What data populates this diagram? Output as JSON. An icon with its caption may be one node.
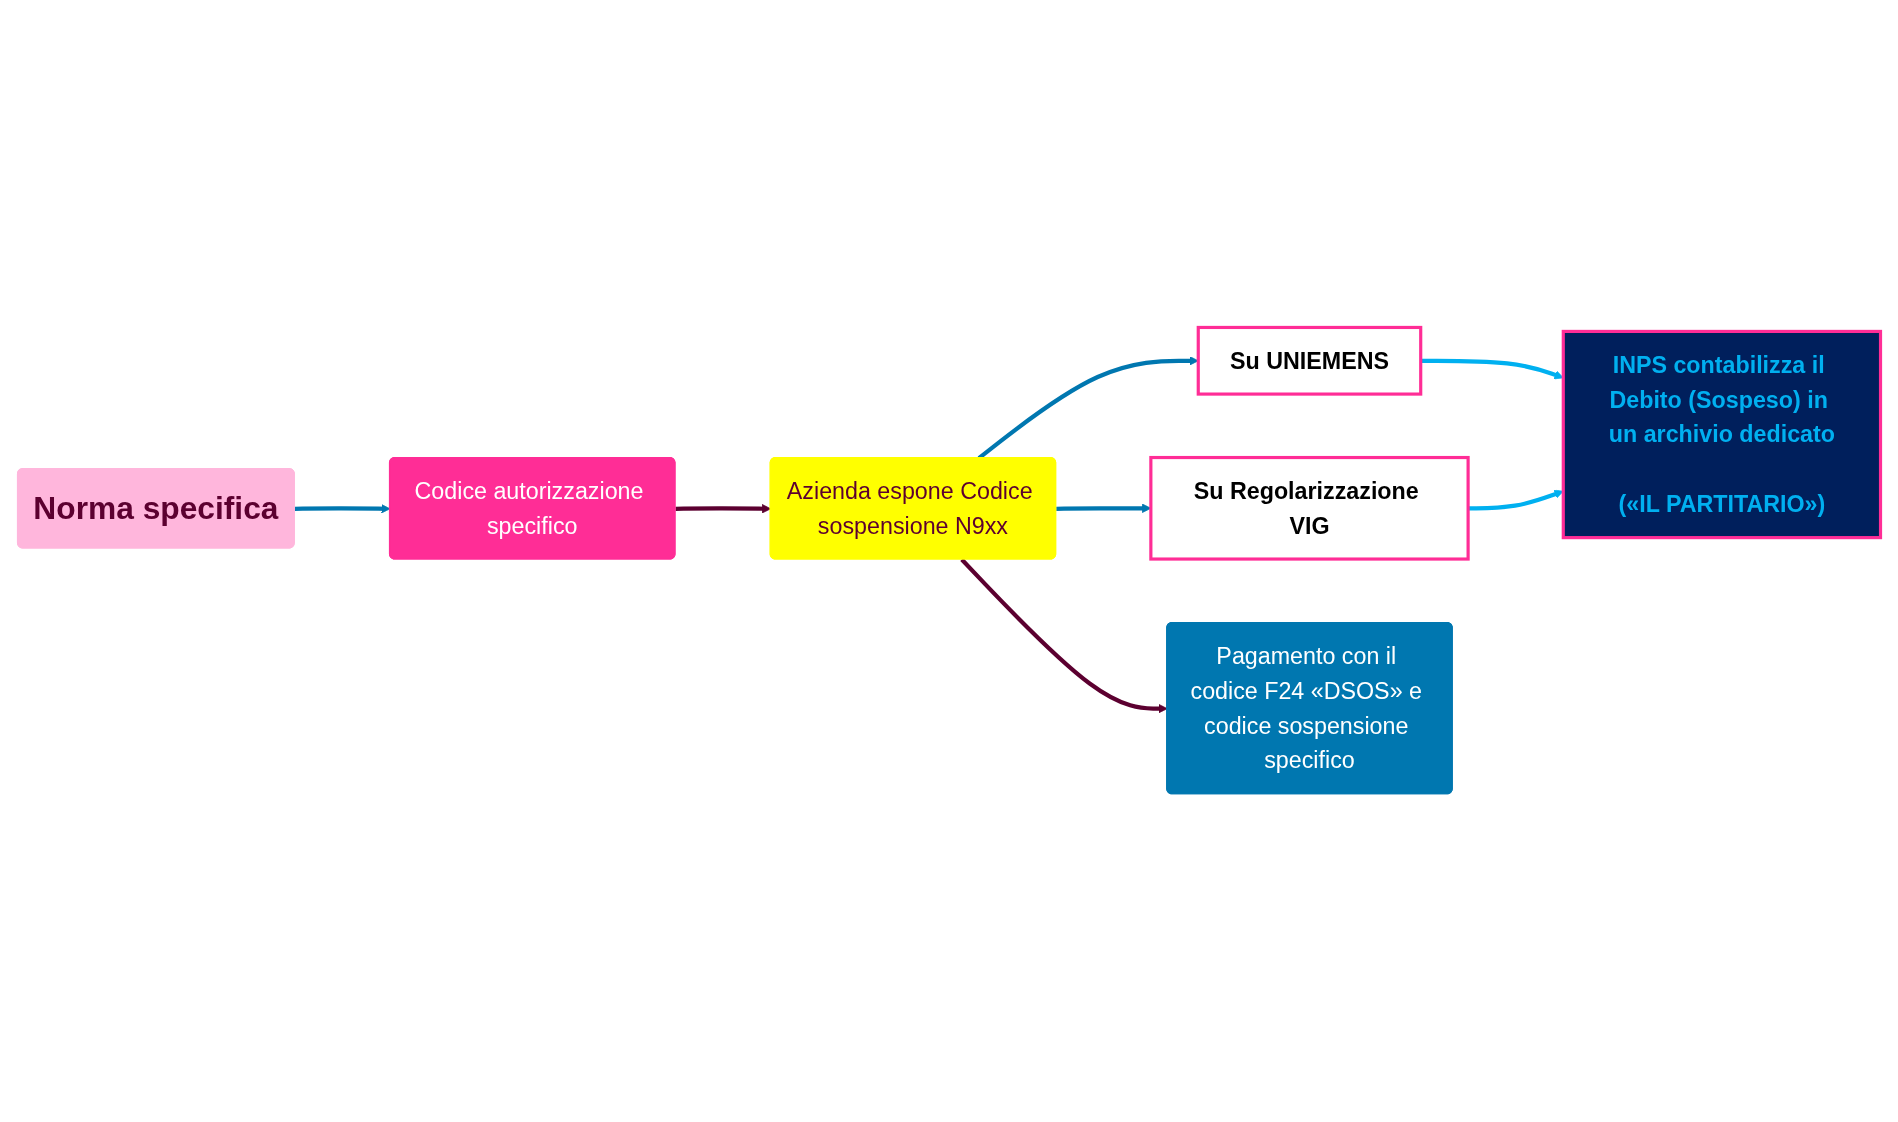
{
  "diagram": {
    "nodes": [
      {
        "text": [
          "Norma specifica"
        ]
      },
      {
        "text": [
          "Azienda espone Codice sospensione N9xx"
        ]
      },
      {
        "text": [
          "Su UNIEMENS"
        ]
      },
      {
        "text": [
          "Su Regolarizzazione VIG"
        ]
      },
      {
        "text": [
          "Pagamento con il codice F24 «DSOS» e codice sospensione specifico"
        ]
      },
      {
        "text": [
          "Codice autorizzazione specifico"
        ]
      },
      {
        "text": [
          "INPS contabilizza il Debito (Sospeso) in un archivio dedicato",
          "(«IL PARTITARIO»)"
        ]
      }
    ],
    "edges": [
      {
        "from": 1,
        "to": 4,
        "arrow": "to",
        "color": "#5c0030"
      },
      {
        "from": 0,
        "to": 5,
        "arrow": "to",
        "color": "#0077b0"
      },
      {
        "from": 5,
        "to": 1,
        "arrow": "to",
        "color": "#5c0030"
      },
      {
        "from": 1,
        "to": 2,
        "arrow": "to",
        "color": "#0077b0"
      },
      {
        "from": 1,
        "to": 3,
        "arrow": "to",
        "color": "#0077b0"
      },
      {
        "from": 2,
        "to": 6,
        "arrow": "to",
        "color": "#00b0f0"
      },
      {
        "from": 3,
        "to": 6,
        "arrow": "to",
        "color": "#00b0f0"
      }
    ]
  }
}
